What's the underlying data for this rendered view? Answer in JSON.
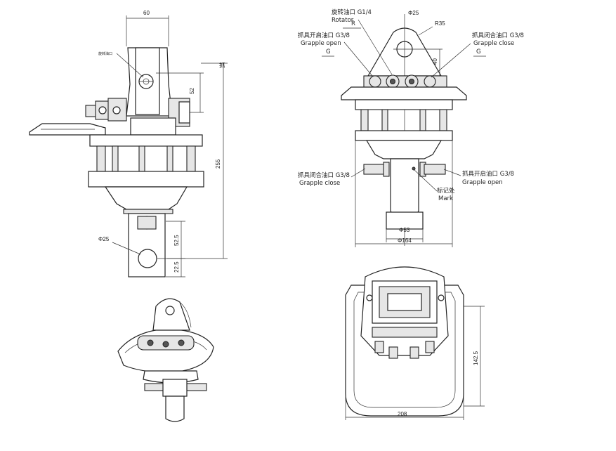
{
  "front_view": {
    "dim_width": "60",
    "dim_height": "52",
    "dim_total": "255",
    "dim_pin": "Φ25",
    "dim_lower_a": "52.5",
    "dim_lower_b": "22.5",
    "side_mark": "抓",
    "small_note": "旋转油口"
  },
  "side_view": {
    "rotator_port_cn": "旋转油口 G1/4",
    "rotator_port_en": "Rotator",
    "grapple_open_cn": "抓具开启油口 G3/8",
    "grapple_open_en": "Grapple open",
    "grapple_close_cn": "抓具闭合油口 G3/8",
    "grapple_close_en": "Grapple close",
    "dim_phi": "Φ25",
    "dim_r": "R35",
    "dim_40": "40",
    "dim_shaft": "Φ53",
    "dim_base": "Φ164",
    "lower_close_cn": "抓具闭合油口 G3/8",
    "lower_close_en": "Grapple close",
    "lower_open_cn": "抓具开启油口 G3/8",
    "lower_open_en": "Grapple open",
    "mark_cn": "标记处",
    "mark_en": "Mark",
    "letter_r": "R",
    "letter_g1": "G",
    "letter_g2": "G"
  },
  "top_view": {
    "dim_height": "142.5",
    "dim_width": "208"
  }
}
